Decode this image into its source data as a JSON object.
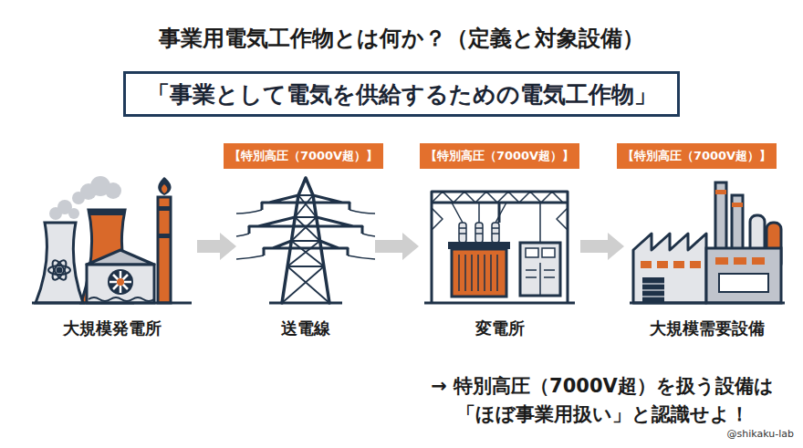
{
  "diagram": {
    "title": "事業用電気工作物とは何か？（定義と対象設備）",
    "nodes": [
      {
        "text": [
          "「事業として電気を供給するための電気工作物」"
        ]
      },
      {
        "text": [
          "【特別高圧（7000V超）】"
        ]
      },
      {
        "text": [
          "【特別高圧（7000V超）】"
        ]
      },
      {
        "text": [
          "【特別高圧（7000V超）】"
        ]
      },
      {
        "text": [
          "大規模発電所"
        ]
      },
      {
        "text": [
          "送電線"
        ]
      },
      {
        "text": [
          "変電所"
        ]
      },
      {
        "text": [
          "大規模需要設備"
        ]
      }
    ],
    "edges": [
      {
        "from": 4,
        "to": 5,
        "arrow": "to"
      },
      {
        "from": 5,
        "to": 6,
        "arrow": "to"
      },
      {
        "from": 6,
        "to": 7,
        "arrow": "to"
      }
    ],
    "labels": [
      "→ 特別高圧（7000V超）を扱う設備は 「ほぼ事業用扱い」と認識せよ！",
      "@shikaku-lab"
    ]
  }
}
